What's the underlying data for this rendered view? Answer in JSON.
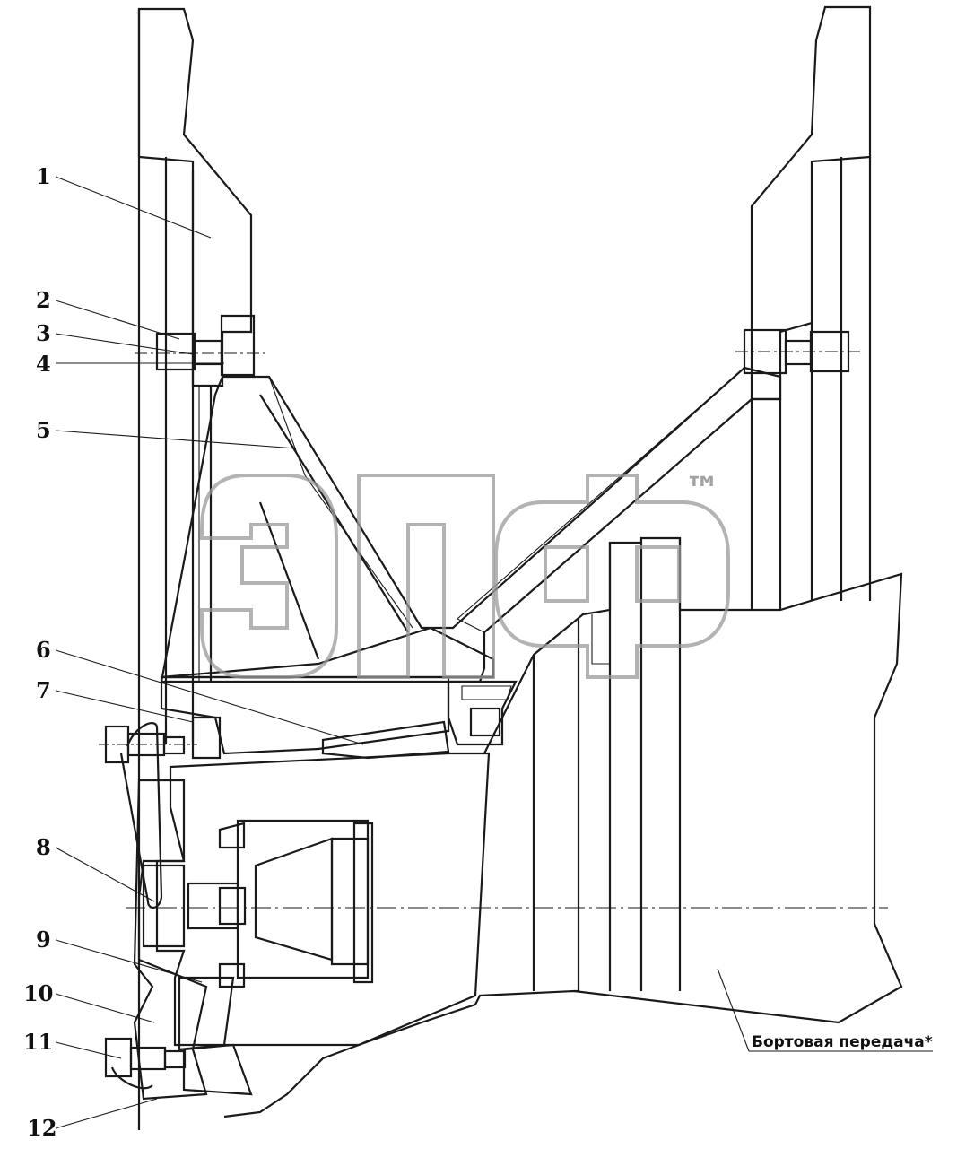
{
  "callouts": [
    {
      "id": "1",
      "text": "1"
    },
    {
      "id": "2",
      "text": "2"
    },
    {
      "id": "3",
      "text": "3"
    },
    {
      "id": "4",
      "text": "4"
    },
    {
      "id": "5",
      "text": "5"
    },
    {
      "id": "6",
      "text": "6"
    },
    {
      "id": "7",
      "text": "7"
    },
    {
      "id": "8",
      "text": "8"
    },
    {
      "id": "9",
      "text": "9"
    },
    {
      "id": "10",
      "text": "10"
    },
    {
      "id": "11",
      "text": "11"
    },
    {
      "id": "12",
      "text": "12"
    }
  ],
  "note": "Бортовая передача*",
  "watermark": {
    "text": "ЭПФ",
    "tm": "™"
  },
  "colors": {
    "line": "#1a1a1a",
    "watermark": "#9a9a9a",
    "background": "#ffffff"
  }
}
